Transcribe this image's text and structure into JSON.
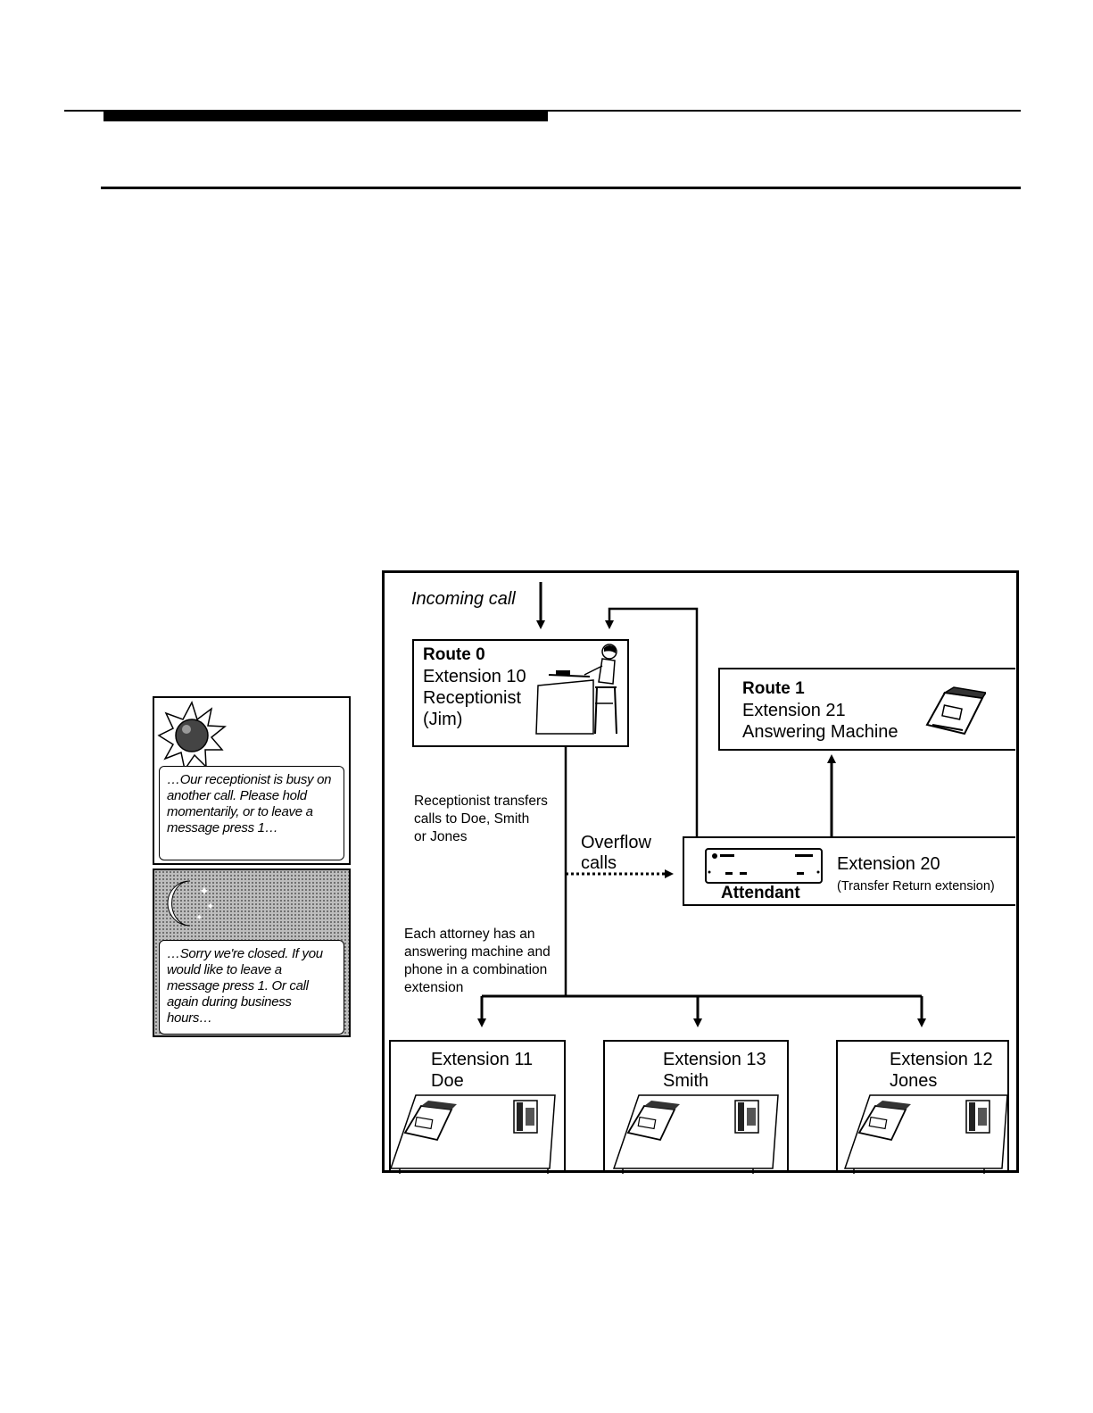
{
  "legend": {
    "day_message": "…Our receptionist is busy on another call. Please hold momentarily, or to leave a message press 1…",
    "night_message": "…Sorry we're closed. If you would like to leave a message press 1. Or call again during business hours…"
  },
  "diagram": {
    "incoming_call": "Incoming call",
    "route0": {
      "title": "Route 0",
      "line1": "Extension 10",
      "line2": "Receptionist",
      "line3": "(Jim)"
    },
    "route1": {
      "title": "Route 1",
      "line1": "Extension 21",
      "line2": "Answering Machine"
    },
    "attendant": {
      "label": "Attendant",
      "extension": "Extension 20",
      "note": "(Transfer Return extension)"
    },
    "receptionist_note": [
      "Receptionist transfers",
      "calls to Doe, Smith",
      "or Jones"
    ],
    "overflow": [
      "Overflow",
      "calls"
    ],
    "attorney_note": [
      "Each attorney has an",
      "answering machine and",
      "phone in a combination",
      "extension"
    ],
    "extensions": [
      {
        "ext": "Extension 11",
        "name": "Doe"
      },
      {
        "ext": "Extension 13",
        "name": "Smith"
      },
      {
        "ext": "Extension 12",
        "name": "Jones"
      }
    ]
  }
}
